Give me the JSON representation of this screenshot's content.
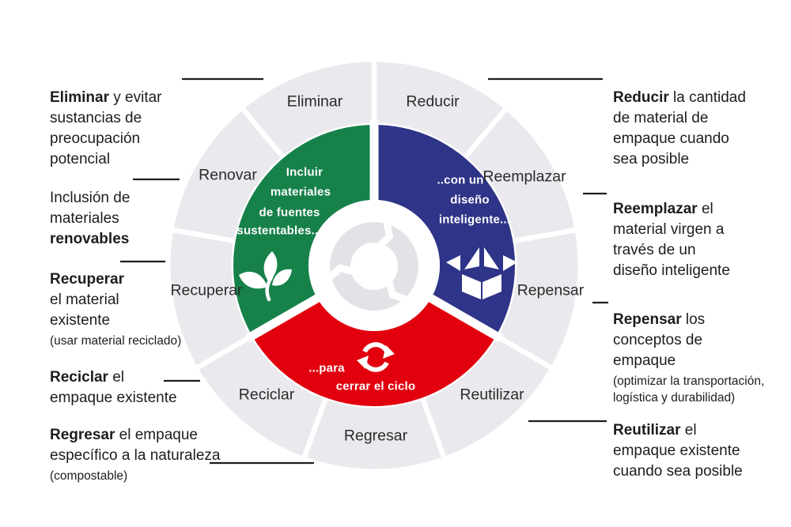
{
  "wheel": {
    "outer_labels": [
      "Eliminar",
      "Reducir",
      "Reemplazar",
      "Repensar",
      "Reutilizar",
      "Regresar",
      "Reciclar",
      "Recuperar",
      "Renovar"
    ],
    "green_segment": {
      "lines": [
        "Incluir",
        "materiales",
        "de fuentes",
        "sustentables..."
      ],
      "icon": "leaf-icon"
    },
    "blue_segment": {
      "lines": [
        "..con un",
        "diseño",
        "inteligente..."
      ],
      "icon": "open-box-icon"
    },
    "red_segment": {
      "lines": [
        "...para",
        "cerrar el ciclo"
      ],
      "icon": "cycle-arrows-icon"
    },
    "center_icon": "recycle-loop-icon",
    "colors": {
      "green": "#17814a",
      "blue": "#2e3487",
      "red": "#e2000f",
      "ring_gray": "#e9e9ee",
      "center_icon_gray": "#e3e3e7",
      "text": "#1d1d1b"
    }
  },
  "annotations": {
    "left": [
      {
        "bold": "Eliminar",
        "text": " y evitar\nsustancias de\npreocupación\npotencial"
      },
      {
        "text": "Inclusión de\nmateriales\n",
        "bold_tail": "renovables"
      },
      {
        "bold": "Recuperar",
        "text": "\nel material\nexistente",
        "note": "(usar material reciclado)"
      },
      {
        "bold": "Reciclar",
        "text": " el\nempaque existente"
      },
      {
        "bold": "Regresar",
        "text": " el empaque\nespecífico a la naturaleza",
        "note": "(compostable)"
      }
    ],
    "right": [
      {
        "bold": "Reducir",
        "text": " la cantidad\nde material de\nempaque cuando\nsea posible"
      },
      {
        "bold": "Reemplazar",
        "text": " el\nmaterial virgen a\ntravés de un\ndiseño inteligente"
      },
      {
        "bold": "Repensar",
        "text": " los\nconceptos de\nempaque",
        "note": "(optimizar la transportación,\nlogística y durabilidad)"
      },
      {
        "bold": "Reutilizar",
        "text": " el\nempaque existente\ncuando sea posible"
      }
    ]
  }
}
